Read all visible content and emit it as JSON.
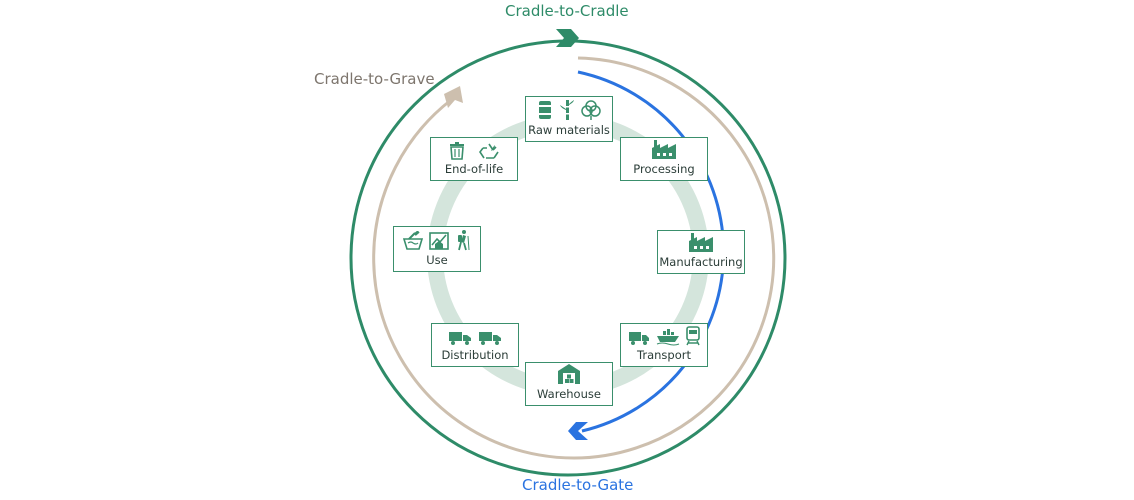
{
  "labels": {
    "cradle_to_cradle": "Cradle-to-Cradle",
    "cradle_to_grave": "Cradle-to-Grave",
    "cradle_to_gate": "Cradle-to-Gate"
  },
  "stages": {
    "raw_materials": "Raw materials",
    "processing": "Processing",
    "manufacturing": "Manufacturing",
    "transport": "Transport",
    "warehouse": "Warehouse",
    "distribution": "Distribution",
    "use": "Use",
    "end_of_life": "End-of-life"
  },
  "colors": {
    "cradle_to_cradle": "#2e8b68",
    "cradle_to_grave": "#cdbfae",
    "cradle_to_gate": "#2a73e0",
    "inner_ring": "#d4e5dc",
    "icon": "#3a8f6c"
  }
}
